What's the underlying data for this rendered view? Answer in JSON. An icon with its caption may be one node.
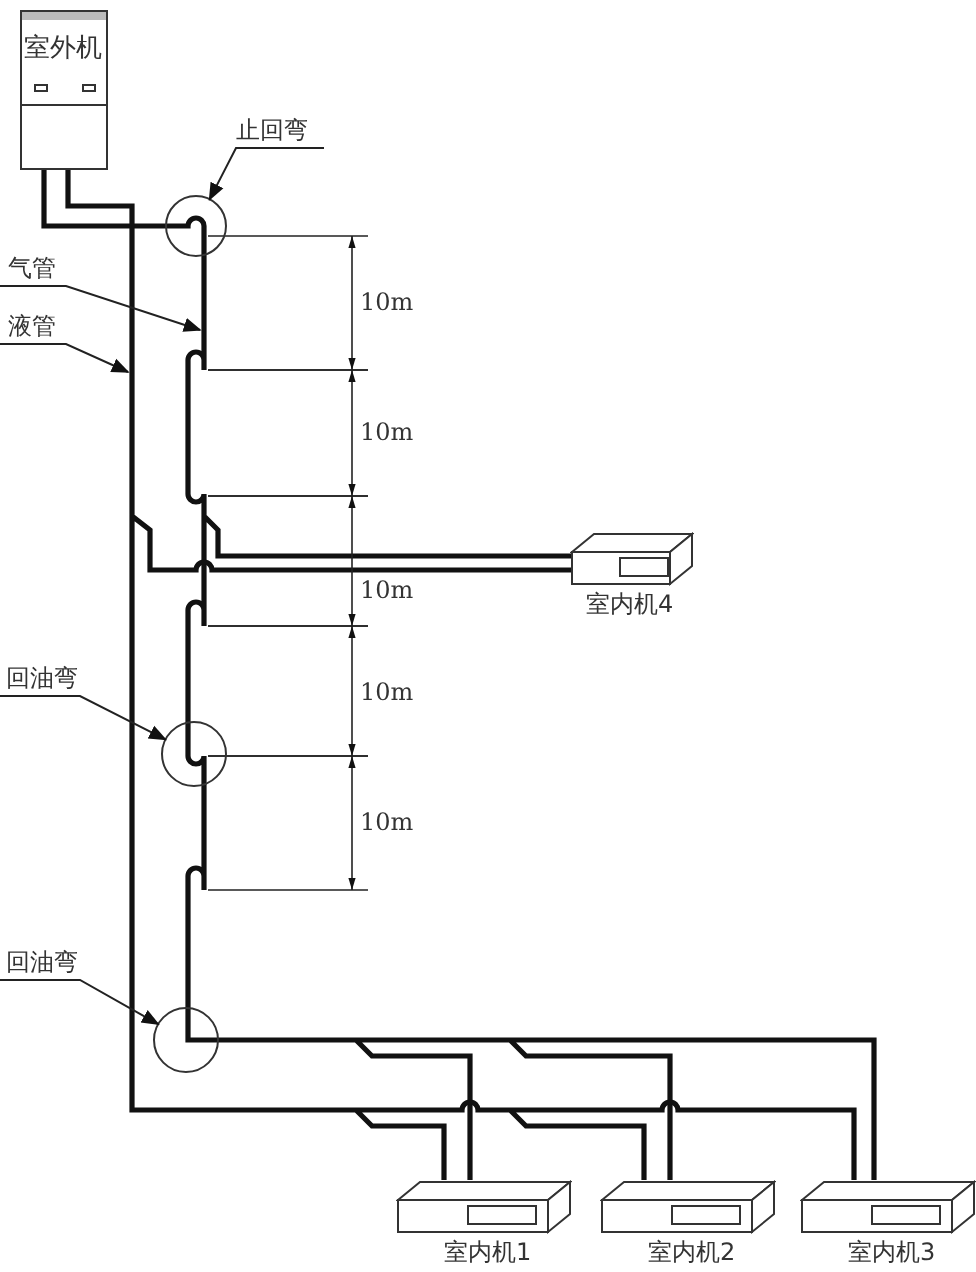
{
  "diagram": {
    "nodes": [
      {
        "text": [
          "室外机"
        ]
      },
      {
        "text": [
          "止回弯"
        ]
      },
      {
        "text": [],
        "shape": "circle"
      },
      {
        "text": [
          "气管"
        ]
      },
      {
        "text": [
          "液管"
        ]
      },
      {
        "text": [
          "回油弯"
        ]
      },
      {
        "text": [],
        "shape": "circle"
      },
      {
        "text": [
          "回油弯"
        ]
      },
      {
        "text": [],
        "shape": "circle"
      },
      {
        "text": [
          "室内机4"
        ]
      },
      {
        "text": [
          "室内机1"
        ]
      },
      {
        "text": [
          "室内机2"
        ]
      },
      {
        "text": [
          "室内机3"
        ]
      }
    ],
    "edges": [
      {
        "from": 1,
        "to": 2,
        "arrow": "to"
      },
      {
        "from": 3,
        "to": null,
        "arrow": "to"
      },
      {
        "from": 4,
        "to": null,
        "arrow": "to"
      },
      {
        "from": 5,
        "to": 6,
        "arrow": "to"
      },
      {
        "from": 7,
        "to": 8,
        "arrow": "to"
      }
    ],
    "labels": [
      "10m",
      "10m",
      "10m",
      "10m",
      "10m"
    ]
  }
}
